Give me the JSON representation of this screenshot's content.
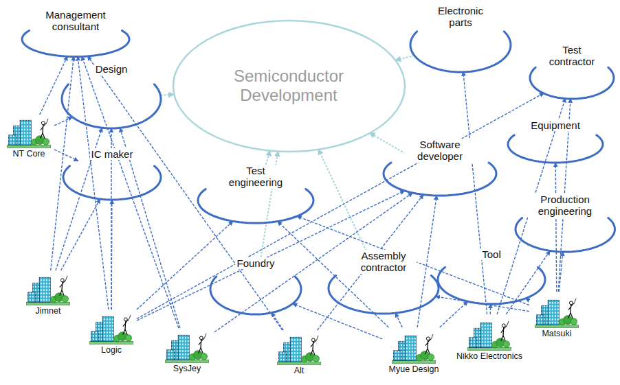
{
  "diagram": {
    "nodes": [
      {
        "text": [
          "Management consultant"
        ]
      },
      {
        "text": [
          "Semiconductor Development"
        ]
      },
      {
        "text": [
          "Electronic parts"
        ]
      },
      {
        "text": [
          "Test contractor"
        ]
      },
      {
        "text": [
          "Design"
        ]
      },
      {
        "text": [
          "Equipment"
        ]
      },
      {
        "text": [
          "IC maker"
        ]
      },
      {
        "text": [
          "Software developer"
        ]
      },
      {
        "text": [
          "NT Core"
        ]
      },
      {
        "text": [
          "Test engineering"
        ]
      },
      {
        "text": [
          "Production engineering"
        ]
      },
      {
        "text": [
          "Foundry"
        ]
      },
      {
        "text": [
          "Assembly contractor"
        ]
      },
      {
        "text": [
          "Tool"
        ]
      },
      {
        "text": [
          "Jimnet"
        ]
      },
      {
        "text": [
          "Logic"
        ]
      },
      {
        "text": [
          "SysJey"
        ]
      },
      {
        "text": [
          "Alt"
        ]
      },
      {
        "text": [
          "Myue Design"
        ]
      },
      {
        "text": [
          "Nikko Electronics"
        ]
      },
      {
        "text": [
          "Matsuki"
        ]
      }
    ],
    "edges": [
      {
        "from": 4,
        "to": 1,
        "arrow": "to"
      },
      {
        "from": 2,
        "to": 1,
        "arrow": "to"
      },
      {
        "from": 9,
        "to": 1,
        "arrow": "to"
      },
      {
        "from": 7,
        "to": 1,
        "arrow": "to"
      },
      {
        "from": 11,
        "to": 1,
        "arrow": "to"
      },
      {
        "from": 12,
        "to": 1,
        "arrow": "to"
      },
      {
        "from": 8,
        "to": 0,
        "arrow": "to"
      },
      {
        "from": 8,
        "to": 4,
        "arrow": "to"
      },
      {
        "from": 8,
        "to": 6,
        "arrow": "to"
      },
      {
        "from": 14,
        "to": 0,
        "arrow": "to"
      },
      {
        "from": 14,
        "to": 4,
        "arrow": "to"
      },
      {
        "from": 14,
        "to": 6,
        "arrow": "to"
      },
      {
        "from": 15,
        "to": 0,
        "arrow": "to"
      },
      {
        "from": 15,
        "to": 4,
        "arrow": "to"
      },
      {
        "from": 15,
        "to": 6,
        "arrow": "to"
      },
      {
        "from": 15,
        "to": 9,
        "arrow": "to"
      },
      {
        "from": 15,
        "to": 7,
        "arrow": "to"
      },
      {
        "from": 15,
        "to": 3,
        "arrow": "to"
      },
      {
        "from": 16,
        "to": 0,
        "arrow": "to"
      },
      {
        "from": 16,
        "to": 4,
        "arrow": "to"
      },
      {
        "from": 16,
        "to": 7,
        "arrow": "to"
      },
      {
        "from": 17,
        "to": 0,
        "arrow": "to"
      },
      {
        "from": 17,
        "to": 11,
        "arrow": "to"
      },
      {
        "from": 17,
        "to": 7,
        "arrow": "to"
      },
      {
        "from": 18,
        "to": 9,
        "arrow": "to"
      },
      {
        "from": 18,
        "to": 11,
        "arrow": "to"
      },
      {
        "from": 18,
        "to": 12,
        "arrow": "to"
      },
      {
        "from": 18,
        "to": 13,
        "arrow": "to"
      },
      {
        "from": 18,
        "to": 7,
        "arrow": "to"
      },
      {
        "from": 19,
        "to": 2,
        "arrow": "to"
      },
      {
        "from": 19,
        "to": 3,
        "arrow": "to"
      },
      {
        "from": 19,
        "to": 13,
        "arrow": "to"
      },
      {
        "from": 19,
        "to": 10,
        "arrow": "to"
      },
      {
        "from": 20,
        "to": 3,
        "arrow": "to"
      },
      {
        "from": 20,
        "to": 5,
        "arrow": "to"
      },
      {
        "from": 20,
        "to": 10,
        "arrow": "to"
      },
      {
        "from": 20,
        "to": 13,
        "arrow": "to"
      },
      {
        "from": 20,
        "to": 9,
        "arrow": "to"
      },
      {
        "from": 20,
        "to": 12,
        "arrow": "to"
      }
    ]
  }
}
